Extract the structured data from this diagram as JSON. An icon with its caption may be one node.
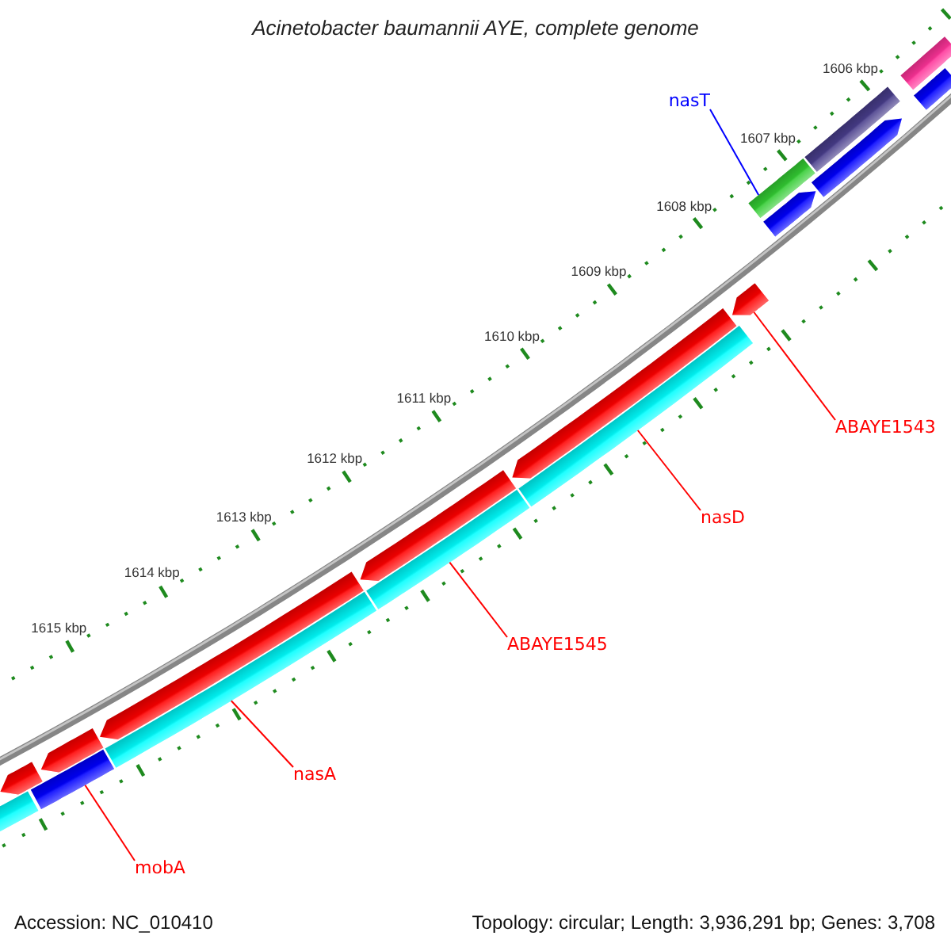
{
  "diagram": {
    "title": "Acinetobacter baumannii AYE, complete genome",
    "nodes": [
      {
        "text": [
          "nasT"
        ]
      },
      {
        "text": [
          "ABAYE1543"
        ]
      },
      {
        "text": [
          "nasD"
        ]
      },
      {
        "text": [
          "ABAYE1545"
        ]
      },
      {
        "text": [
          "nasA"
        ]
      },
      {
        "text": [
          "mobA"
        ]
      },
      {
        "text": [],
        "shape": "bar"
      },
      {
        "text": [],
        "shape": "bar"
      },
      {
        "text": [],
        "shape": "bar"
      },
      {
        "text": [],
        "shape": "pentagon"
      },
      {
        "text": [],
        "shape": "pentagon"
      },
      {
        "text": [],
        "shape": "bar"
      },
      {
        "text": [],
        "shape": "pentagon"
      },
      {
        "text": [],
        "shape": "pentagon"
      },
      {
        "text": [],
        "shape": "pentagon"
      },
      {
        "text": [],
        "shape": "pentagon"
      },
      {
        "text": [],
        "shape": "pentagon"
      },
      {
        "text": [],
        "shape": "pentagon"
      },
      {
        "text": [],
        "shape": "bar"
      },
      {
        "text": [],
        "shape": "bar"
      },
      {
        "text": [],
        "shape": "bar"
      },
      {
        "text": [],
        "shape": "bar"
      },
      {
        "text": [],
        "shape": "bar"
      }
    ],
    "edges": [
      {
        "from": 0,
        "to": 6,
        "arrow": "none",
        "color": "#0000ff"
      },
      {
        "from": 1,
        "to": 17,
        "arrow": "none"
      },
      {
        "from": 2,
        "to": 22,
        "arrow": "none"
      },
      {
        "from": 3,
        "to": 21,
        "arrow": "none"
      },
      {
        "from": 4,
        "to": 20,
        "arrow": "none"
      },
      {
        "from": 5,
        "to": 19,
        "arrow": "none"
      }
    ],
    "labels": [
      "1606 kbp",
      "1607 kbp",
      "1608 kbp",
      "1609 kbp",
      "1610 kbp",
      "1611 kbp",
      "1612 kbp",
      "1613 kbp",
      "1614 kbp",
      "1615 kbp",
      "Accession: NC_010410",
      "Topology: circular; Length: 3,936,291 bp; Genes: 3,708"
    ]
  }
}
